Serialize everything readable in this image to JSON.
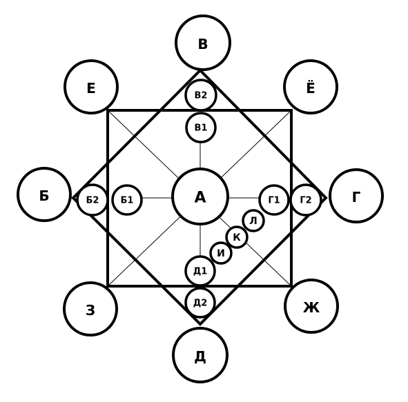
{
  "colors": {
    "stroke": "#000000",
    "fill": "#ffffff"
  },
  "nodes": {
    "A": "А",
    "B": "Б",
    "V": "В",
    "G": "Г",
    "D": "Д",
    "E": "Е",
    "YO": "Ё",
    "ZH": "Ж",
    "Z": "З",
    "B1": "Б1",
    "B2": "Б2",
    "V1": "В1",
    "V2": "В2",
    "G1": "Г1",
    "G2": "Г2",
    "D1": "Д1",
    "D2": "Д2",
    "I": "И",
    "K": "К",
    "L": "Л"
  }
}
